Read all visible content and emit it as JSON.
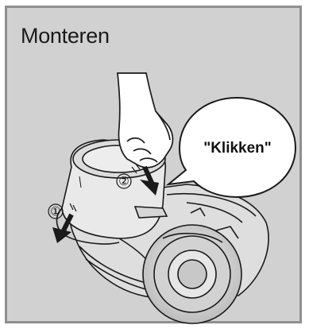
{
  "instruction": {
    "heading": "Monteren",
    "callout": "\"Klikken\"",
    "steps": [
      {
        "marker": "①"
      },
      {
        "marker": "②"
      }
    ]
  },
  "colors": {
    "panel_background": "#d1d1d1",
    "panel_border": "#8f8f8f",
    "line_art": "#1a1a1a",
    "bubble_fill": "#ffffff"
  },
  "icons": [
    "hand-icon",
    "vacuum-cleaner-icon",
    "dust-container-icon",
    "arrow-down-icon",
    "speech-bubble-icon"
  ]
}
